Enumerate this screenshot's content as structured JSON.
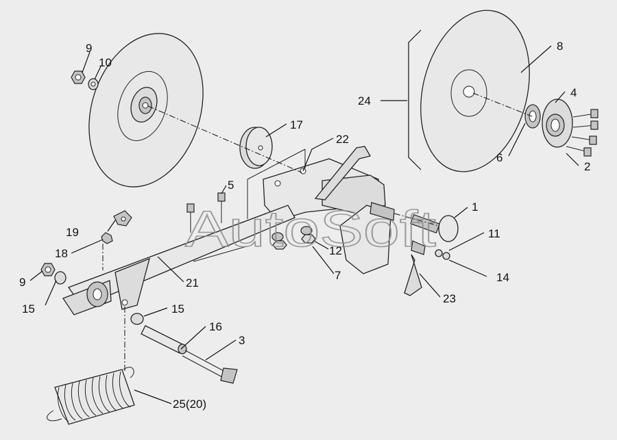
{
  "watermark": "AutoSoft",
  "callouts": [
    {
      "id": "c9a",
      "text": "9"
    },
    {
      "id": "c10",
      "text": "10"
    },
    {
      "id": "c8",
      "text": "8"
    },
    {
      "id": "c24",
      "text": "24"
    },
    {
      "id": "c4",
      "text": "4"
    },
    {
      "id": "c17",
      "text": "17"
    },
    {
      "id": "c22",
      "text": "22"
    },
    {
      "id": "c6",
      "text": "6"
    },
    {
      "id": "c2",
      "text": "2"
    },
    {
      "id": "c5",
      "text": "5"
    },
    {
      "id": "c1",
      "text": "1"
    },
    {
      "id": "c19",
      "text": "19"
    },
    {
      "id": "c11",
      "text": "11"
    },
    {
      "id": "c12",
      "text": "12"
    },
    {
      "id": "c18",
      "text": "18"
    },
    {
      "id": "c14",
      "text": "14"
    },
    {
      "id": "c7",
      "text": "7"
    },
    {
      "id": "c9b",
      "text": "9"
    },
    {
      "id": "c21",
      "text": "21"
    },
    {
      "id": "c23",
      "text": "23"
    },
    {
      "id": "c15a",
      "text": "15"
    },
    {
      "id": "c15b",
      "text": "15"
    },
    {
      "id": "c16",
      "text": "16"
    },
    {
      "id": "c3",
      "text": "3"
    },
    {
      "id": "c25",
      "text": "25(20)"
    }
  ]
}
